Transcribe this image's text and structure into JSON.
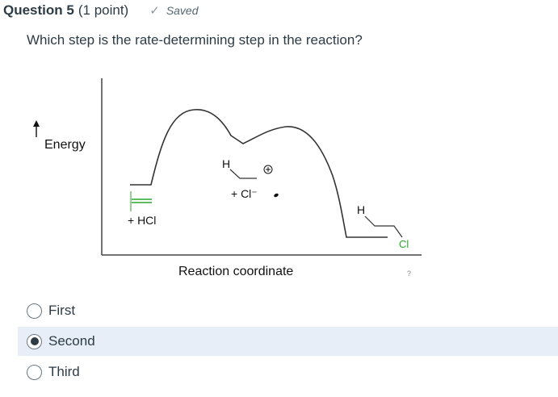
{
  "question": {
    "title": "Question 5",
    "points": "(1 point)",
    "status": "Saved",
    "prompt": "Which step is the rate-determining step in the reaction?"
  },
  "diagram": {
    "y_axis_label": "Energy",
    "x_axis_label": "Reaction coordinate",
    "reactant_label": "+ HCl",
    "intermediate_H": "H",
    "chloride_label": "+ Cl⁻",
    "product_H": "H",
    "product_Cl": "Cl",
    "corner_mark": "?",
    "colors": {
      "curve": "#333333",
      "reagent": "#2aa62a",
      "text": "#111111"
    }
  },
  "options": [
    {
      "label": "First",
      "selected": false
    },
    {
      "label": "Second",
      "selected": true
    },
    {
      "label": "Third",
      "selected": false
    }
  ]
}
